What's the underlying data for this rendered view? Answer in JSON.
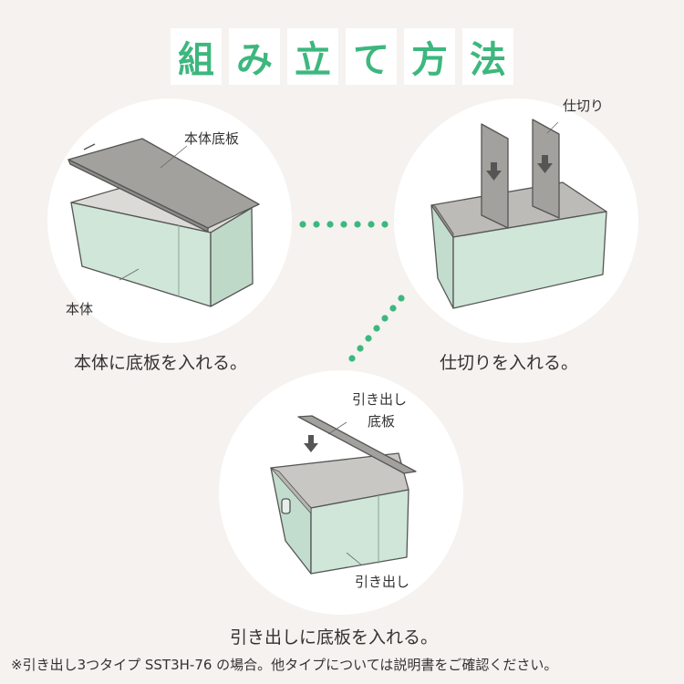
{
  "title": [
    "組",
    "み",
    "立",
    "て",
    "方",
    "法"
  ],
  "step1": {
    "caption": "本体に底板を入れる。",
    "label_board": "本体底板",
    "label_body": "本体"
  },
  "step2": {
    "caption": "仕切りを入れる。",
    "label_divider": "仕切り"
  },
  "step3": {
    "caption": "引き出しに底板を入れる。",
    "label_board_line1": "引き出し",
    "label_board_line2": "底板",
    "label_drawer": "引き出し"
  },
  "footnote": "※引き出し3つタイプ SST3H-76 の場合。他タイプについては説明書をご確認ください。",
  "colors": {
    "accent": "#3db77e",
    "box_green": "#cfe6d8",
    "board_gray": "#a3a19d",
    "background": "#f5f2ef"
  }
}
